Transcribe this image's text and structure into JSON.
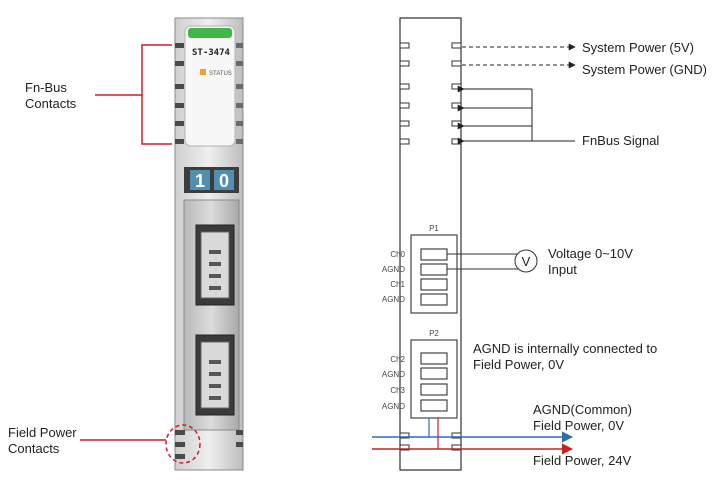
{
  "left_module": {
    "model": "ST-3474",
    "status_label": "STATUS",
    "digits": [
      "1",
      "0"
    ],
    "fnbus_label_line1": "Fn-Bus",
    "fnbus_label_line2": "Contacts",
    "field_label_line1": "Field Power",
    "field_label_line2": "Contacts",
    "colors": {
      "header_green": "#43b649",
      "status_led": "#f0a030",
      "digit_bg": "#4f8fb0",
      "callout_red": "#cc1f2a"
    }
  },
  "right_schematic": {
    "signals": {
      "sys5v": "System Power (5V)",
      "sysgnd": "System Power (GND)",
      "fnbus": "FnBus Signal"
    },
    "p1": {
      "title": "P1",
      "pins": [
        "Ch0",
        "AGND",
        "Ch1",
        "AGND"
      ]
    },
    "p2": {
      "title": "P2",
      "pins": [
        "Ch2",
        "AGND",
        "Ch3",
        "AGND"
      ]
    },
    "voltmeter_symbol": "V",
    "voltage_line1": "Voltage 0~10V",
    "voltage_line2": "Input",
    "note_line1": "AGND is internally connected to",
    "note_line2": "Field Power, 0V",
    "agnd_line1": "AGND(Common)",
    "agnd_line2": "Field Power, 0V",
    "field24": "Field Power, 24V",
    "colors": {
      "blue_rail": "#2e6bb5",
      "red_rail": "#cc2020"
    }
  }
}
